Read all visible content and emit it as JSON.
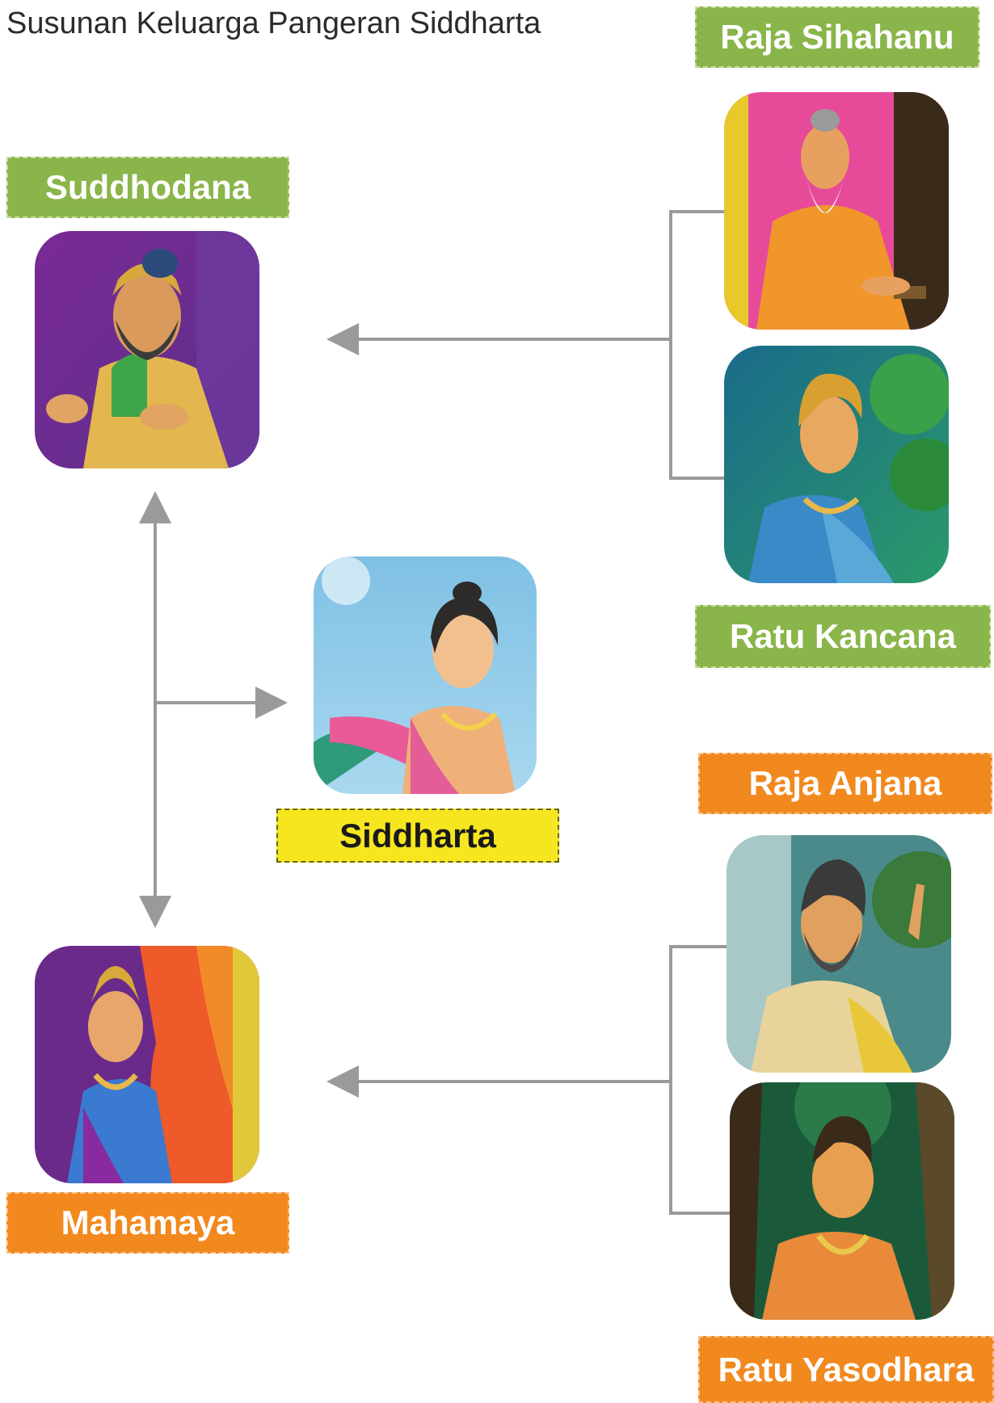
{
  "title": "Susunan Keluarga Pangeran Siddharta",
  "people": {
    "suddhodana": "Suddhodana",
    "siddharta": "Siddharta",
    "mahamaya": "Mahamaya",
    "sihahanu": "Raja Sihahanu",
    "kancana": "Ratu Kancana",
    "anjana": "Raja Anjana",
    "yasodhara": "Ratu Yasodhara"
  },
  "colors": {
    "paternal_label": "#8ab54a",
    "maternal_label": "#f1891f",
    "child_label": "#f5e61f",
    "connector": "#9a9a9a"
  }
}
